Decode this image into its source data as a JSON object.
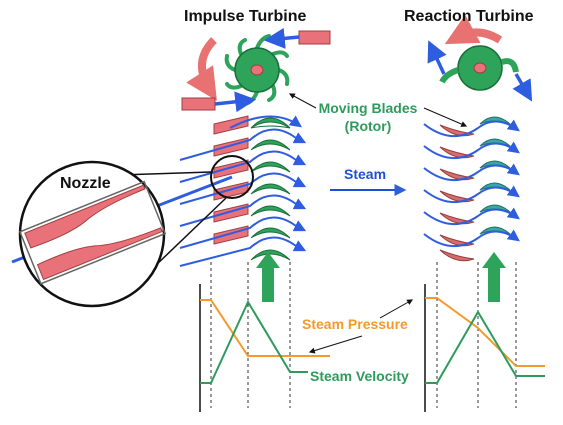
{
  "labels": {
    "impulse_title": "Impulse Turbine",
    "reaction_title": "Reaction Turbine",
    "moving_blades_line1": "Moving Blades",
    "moving_blades_line2": "(Rotor)",
    "steam": "Steam",
    "nozzle": "Nozzle",
    "steam_pressure": "Steam Pressure",
    "steam_velocity": "Steam Velocity"
  },
  "colors": {
    "nozzle_fill": "#e8717a",
    "blade_green": "#2ea35a",
    "blade_teal": "#3aa7a0",
    "blade_red": "#d86b6b",
    "steam_blue": "#2f5de0",
    "pressure_orange": "#f59a2a",
    "velocity_green": "#2e9b5c",
    "arrow_red": "#e87272",
    "rotor_green": "#2ea35a",
    "hub_red": "#e8717a"
  }
}
